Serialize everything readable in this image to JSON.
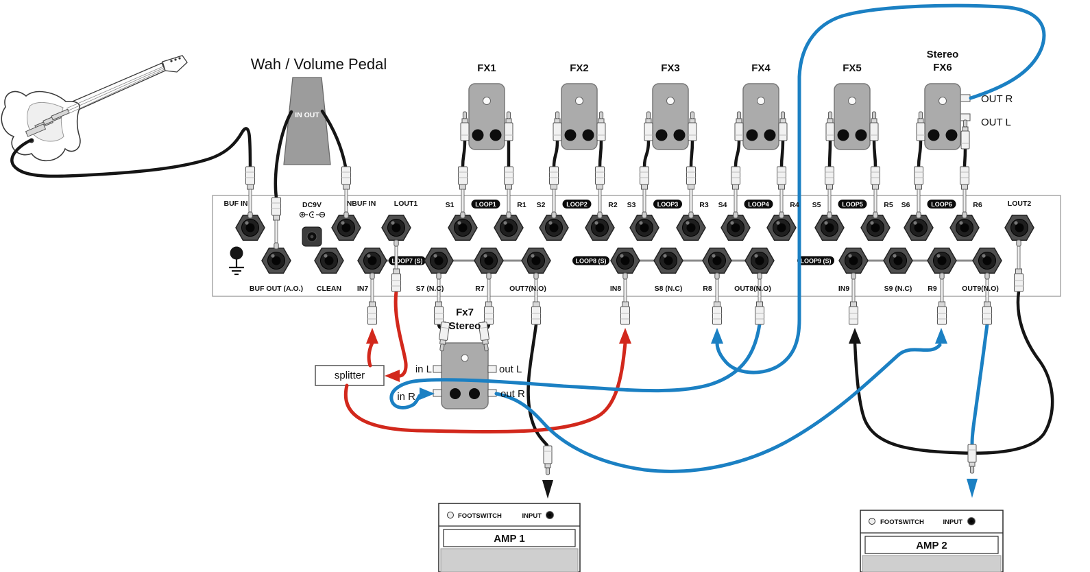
{
  "wah_pedal": {
    "label": "Wah / Volume Pedal",
    "jacks": "IN OUT"
  },
  "fx_pedals": [
    "FX1",
    "FX2",
    "FX3",
    "FX4",
    "FX5"
  ],
  "fx6": {
    "line1": "Stereo",
    "line2": "FX6",
    "out_r": "OUT R",
    "out_l": "OUT L"
  },
  "switcher": {
    "top_left_jacks": [
      "BUF IN",
      "DC9V",
      "NBUF IN",
      "LOUT1"
    ],
    "top_right_jack": "LOUT2",
    "loops_top": [
      {
        "s": "S1",
        "loop": "LOOP1",
        "r": "R1"
      },
      {
        "s": "S2",
        "loop": "LOOP2",
        "r": "R2"
      },
      {
        "s": "S3",
        "loop": "LOOP3",
        "r": "R3"
      },
      {
        "s": "S4",
        "loop": "LOOP4",
        "r": "R4"
      },
      {
        "s": "S5",
        "loop": "LOOP5",
        "r": "R5"
      },
      {
        "s": "S6",
        "loop": "LOOP6",
        "r": "R6"
      }
    ],
    "bottom_jacks": [
      "BUF OUT (A.O.)",
      "CLEAN",
      "IN7",
      "S7 (N.C)",
      "R7",
      "OUT7(N.O)",
      "IN8",
      "S8 (N.C)",
      "R8",
      "OUT8(N.O)",
      "IN9",
      "S9 (N.C)",
      "R9",
      "OUT9(N.O)"
    ],
    "bottom_loop_tags": [
      "LOOP7 (S)",
      "LOOP8 (S)",
      "LOOP9 (S)"
    ]
  },
  "fx7": {
    "line1": "Fx7",
    "line2": "Stereo",
    "in_l": "in L",
    "in_r": "in R",
    "out_l": "out L",
    "out_r": "out R"
  },
  "splitter_label": "splitter",
  "amps": [
    {
      "footswitch": "FOOTSWITCH",
      "input": "INPUT",
      "name": "AMP 1"
    },
    {
      "footswitch": "FOOTSWITCH",
      "input": "INPUT",
      "name": "AMP 2"
    }
  ],
  "colors": {
    "cable_black": "#151515",
    "cable_red": "#d2281c",
    "cable_blue": "#1b80c3",
    "pedal_gray": "#ababab"
  }
}
